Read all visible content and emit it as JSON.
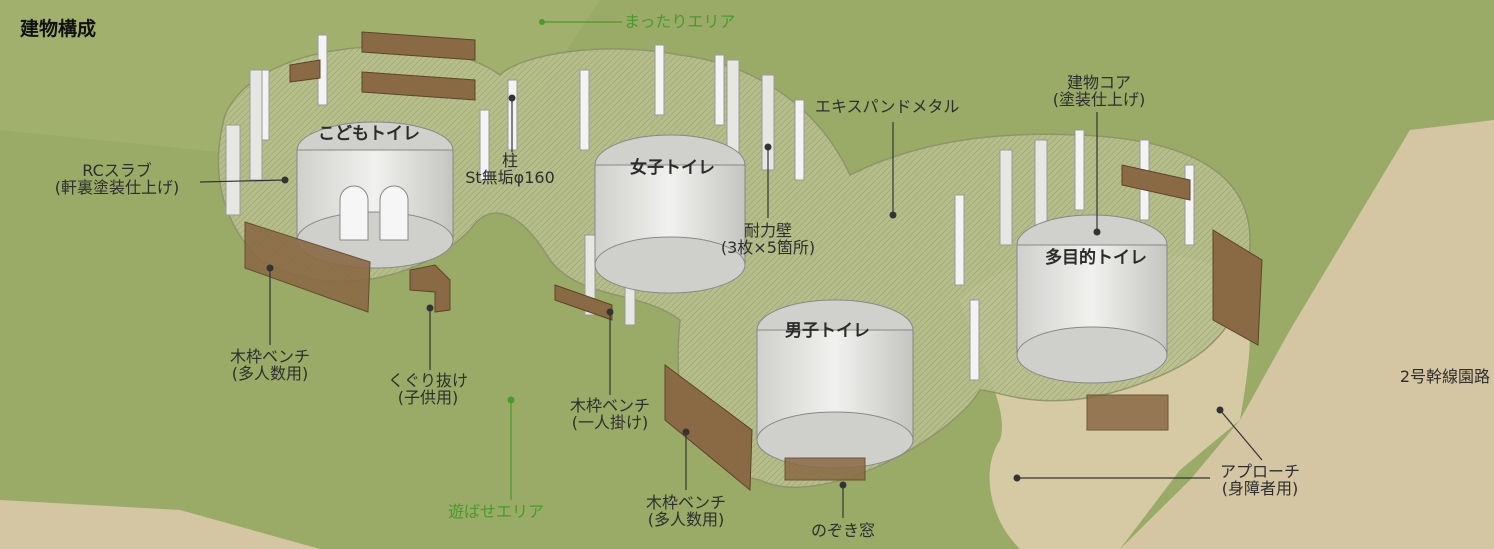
{
  "title": "建物構成",
  "labels": {
    "relax_area": "まったりエリア",
    "play_area": "遊ばせエリア",
    "kids_toilet": "こどもトイレ",
    "womens_toilet": "女子トイレ",
    "mens_toilet": "男子トイレ",
    "multi_toilet": "多目的トイレ",
    "rc_slab_1": "RCスラブ",
    "rc_slab_2": "(軒裏塗装仕上げ)",
    "column_1": "柱",
    "column_2": "St無垢φ160",
    "expanded_metal": "エキスパンドメタル",
    "core_1": "建物コア",
    "core_2": "(塗装仕上げ)",
    "shear_wall_1": "耐力壁",
    "shear_wall_2": "(3枚×5箇所)",
    "bench_multi_1a": "木枠ベンチ",
    "bench_multi_1b": "(多人数用)",
    "crawl_1": "くぐり抜け",
    "crawl_2": "(子供用)",
    "bench_single_1": "木枠ベンチ",
    "bench_single_2": "(一人掛け)",
    "bench_multi_2a": "木枠ベンチ",
    "bench_multi_2b": "(多人数用)",
    "peek_window": "のぞき窓",
    "approach_1": "アプローチ",
    "approach_2": "(身障者用)",
    "park_road": "2号幹線園路"
  },
  "colors": {
    "grass": "#9aab68",
    "path": "#d6c8a4",
    "green_label": "#4a9a2a",
    "core": "#e2e2e0",
    "wood": "#8a6a45"
  }
}
